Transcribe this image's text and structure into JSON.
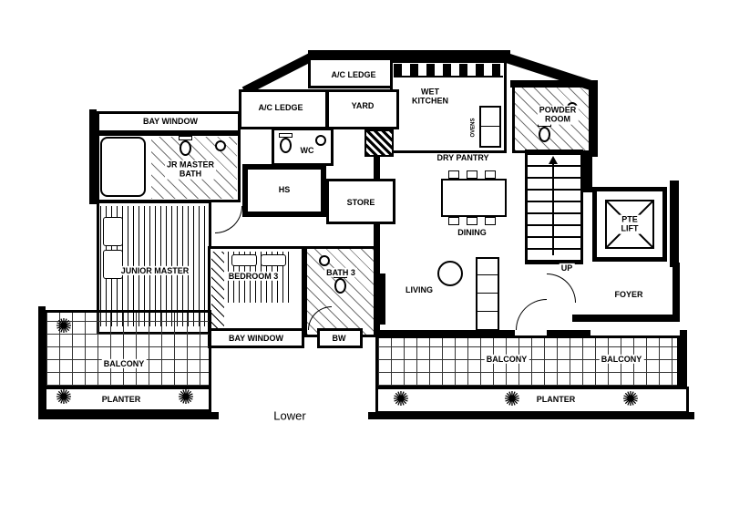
{
  "plan": {
    "title": "Apartment floor plan – lower level",
    "colors": {
      "wall": "#000000",
      "background": "#ffffff"
    },
    "labels": {
      "ac_ledge_top": "A/C LEDGE",
      "ac_ledge_left": "A/C LEDGE",
      "yard": "YARD",
      "wet_kitchen": "WET\nKITCHEN",
      "ovens": "OVENS",
      "powder_room": "POWDER\nROOM",
      "bay_window_top": "BAY WINDOW",
      "jr_master_bath": "JR MASTER\nBATH",
      "wc": "WC",
      "hs": "HS",
      "store": "STORE",
      "dry_pantry": "DRY PANTRY",
      "dining": "DINING",
      "up": "UP",
      "pte_lift": "PTE\nLIFT",
      "foyer": "FOYER",
      "junior_master": "JUNIOR MASTER",
      "bedroom3": "BEDROOM 3",
      "bath3": "BATH 3",
      "living": "LIVING",
      "bay_window_bottom": "BAY WINDOW",
      "bw": "BW",
      "balcony_left": "BALCONY",
      "planter_left": "PLANTER",
      "balcony_right": "BALCONY",
      "balcony_right2": "BALCONY",
      "planter_right": "PLANTER",
      "lower": "Lower"
    }
  }
}
